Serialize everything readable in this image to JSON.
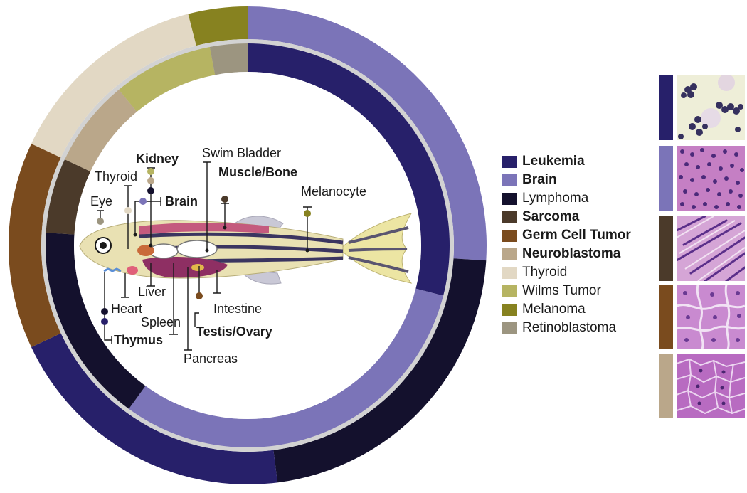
{
  "categories": [
    {
      "key": "leukemia",
      "label": "Leukemia",
      "color": "#27206a",
      "bold": true
    },
    {
      "key": "brain",
      "label": "Brain",
      "color": "#7b74b8",
      "bold": true
    },
    {
      "key": "lymphoma",
      "label": "Lymphoma",
      "color": "#14112d",
      "bold": false
    },
    {
      "key": "sarcoma",
      "label": "Sarcoma",
      "color": "#4b3a2a",
      "bold": true
    },
    {
      "key": "germ",
      "label": "Germ Cell Tumor",
      "color": "#7a4b1e",
      "bold": true
    },
    {
      "key": "neuro",
      "label": "Neuroblastoma",
      "color": "#baa78a",
      "bold": true
    },
    {
      "key": "thyroid",
      "label": "Thyroid",
      "color": "#e2d8c4",
      "bold": false
    },
    {
      "key": "wilms",
      "label": "Wilms Tumor",
      "color": "#b6b462",
      "bold": false
    },
    {
      "key": "melanoma",
      "label": "Melanoma",
      "color": "#878220",
      "bold": false
    },
    {
      "key": "retino",
      "label": "Retinoblastoma",
      "color": "#9c9580",
      "bold": false
    }
  ],
  "outer_ring": [
    {
      "category": "brain",
      "fraction": 0.26
    },
    {
      "category": "lymphoma",
      "fraction": 0.22
    },
    {
      "category": "leukemia",
      "fraction": 0.2
    },
    {
      "category": "germ",
      "fraction": 0.14
    },
    {
      "category": "thyroid",
      "fraction": 0.14
    },
    {
      "category": "melanoma",
      "fraction": 0.04
    }
  ],
  "inner_ring": [
    {
      "category": "leukemia",
      "fraction": 0.29
    },
    {
      "category": "brain",
      "fraction": 0.31
    },
    {
      "category": "lymphoma",
      "fraction": 0.16
    },
    {
      "category": "sarcoma",
      "fraction": 0.06
    },
    {
      "category": "neuro",
      "fraction": 0.07
    },
    {
      "category": "wilms",
      "fraction": 0.08
    },
    {
      "category": "retino",
      "fraction": 0.03
    }
  ],
  "organ_labels": [
    {
      "key": "kidney",
      "text": "Kidney",
      "bold": true
    },
    {
      "key": "swim",
      "text": "Swim Bladder",
      "bold": false
    },
    {
      "key": "thyroid",
      "text": "Thyroid",
      "bold": false
    },
    {
      "key": "muscle",
      "text": "Muscle/Bone",
      "bold": true
    },
    {
      "key": "melanocyte",
      "text": "Melanocyte",
      "bold": false
    },
    {
      "key": "eye",
      "text": "Eye",
      "bold": false
    },
    {
      "key": "brain",
      "text": "Brain",
      "bold": true
    },
    {
      "key": "liver",
      "text": "Liver",
      "bold": false
    },
    {
      "key": "heart",
      "text": "Heart",
      "bold": false
    },
    {
      "key": "intestine",
      "text": "Intestine",
      "bold": false
    },
    {
      "key": "spleen",
      "text": "Spleen",
      "bold": false
    },
    {
      "key": "testis",
      "text": "Testis/Ovary",
      "bold": true
    },
    {
      "key": "thymus",
      "text": "Thymus",
      "bold": true
    },
    {
      "key": "pancreas",
      "text": "Pancreas",
      "bold": false
    }
  ],
  "histology_panels": [
    {
      "category": "leukemia",
      "image": "blood-smear-micrograph"
    },
    {
      "category": "brain",
      "image": "brain-tumor-micrograph"
    },
    {
      "category": "sarcoma",
      "image": "sarcoma-micrograph"
    },
    {
      "category": "germ",
      "image": "germ-cell-tumor-micrograph"
    },
    {
      "category": "neuro",
      "image": "neuroblastoma-micrograph"
    }
  ]
}
